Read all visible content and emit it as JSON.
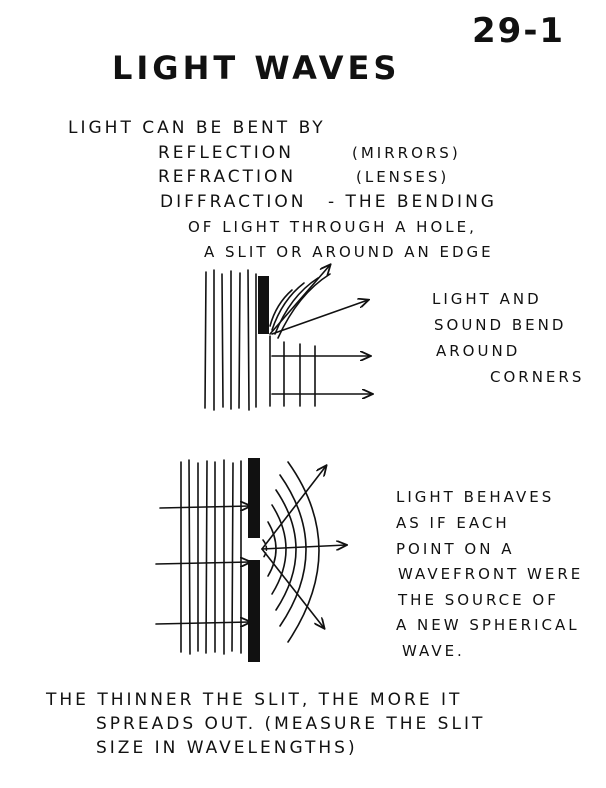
{
  "page_number": "29-1",
  "title": "Light Waves",
  "intro": {
    "lead": "Light can be bent by",
    "items": [
      {
        "name": "Reflection",
        "note": "(mirrors)"
      },
      {
        "name": "Refraction",
        "note": "(lenses)"
      },
      {
        "name": "Diffraction",
        "note": "- The bending"
      }
    ],
    "diffraction_continued": [
      "of light through a hole,",
      "a slit or around an edge"
    ]
  },
  "figure1_caption": [
    "Light and",
    "sound bend",
    "around",
    "corners"
  ],
  "figure2_caption": [
    "Light behaves",
    "as if each",
    "point on a",
    "wavefront were",
    "the source of",
    "a new spherical",
    "wave."
  ],
  "conclusion": [
    "The thinner the slit, the more it",
    "spreads out. (measure the slit",
    "size in wavelengths)"
  ],
  "colors": {
    "ink": "#111111",
    "paper": "#ffffff"
  }
}
